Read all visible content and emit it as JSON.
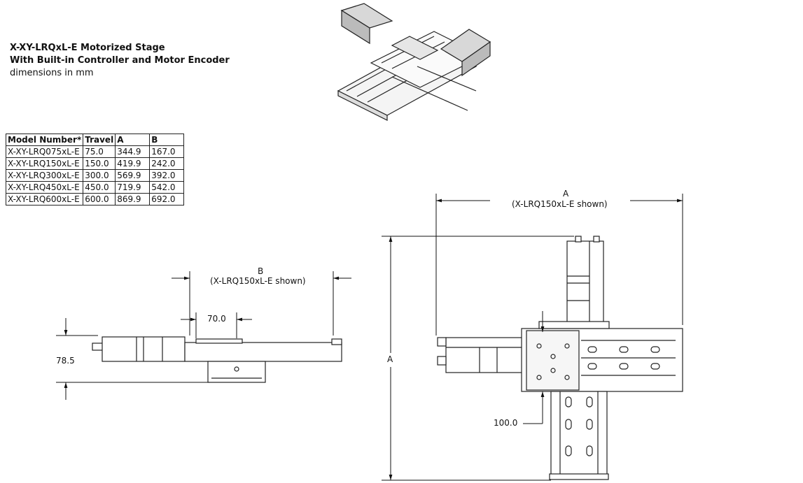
{
  "title": {
    "line1": "X-XY-LRQxL-E  Motorized Stage",
    "line2": "With Built-in Controller and Motor Encoder",
    "line3": "dimensions in mm"
  },
  "table": {
    "headers": [
      "Model Number*",
      "Travel",
      "A",
      "B"
    ],
    "rows": [
      [
        "X-XY-LRQ075xL-E",
        "75.0",
        "344.9",
        "167.0"
      ],
      [
        "X-XY-LRQ150xL-E",
        "150.0",
        "419.9",
        "242.0"
      ],
      [
        "X-XY-LRQ300xL-E",
        "300.0",
        "569.9",
        "392.0"
      ],
      [
        "X-XY-LRQ450xL-E",
        "450.0",
        "719.9",
        "542.0"
      ],
      [
        "X-XY-LRQ600xL-E",
        "600.0",
        "869.9",
        "692.0"
      ]
    ]
  },
  "dimensions": {
    "side_b_label": "B",
    "side_b_note": "(X-LRQ150xL-E shown)",
    "side_70": "70.0",
    "side_height": "78.5",
    "top_a_label": "A",
    "top_a_note": "(X-LRQ150xL-E shown)",
    "top_a_vertical": "A",
    "top_100": "100.0"
  }
}
